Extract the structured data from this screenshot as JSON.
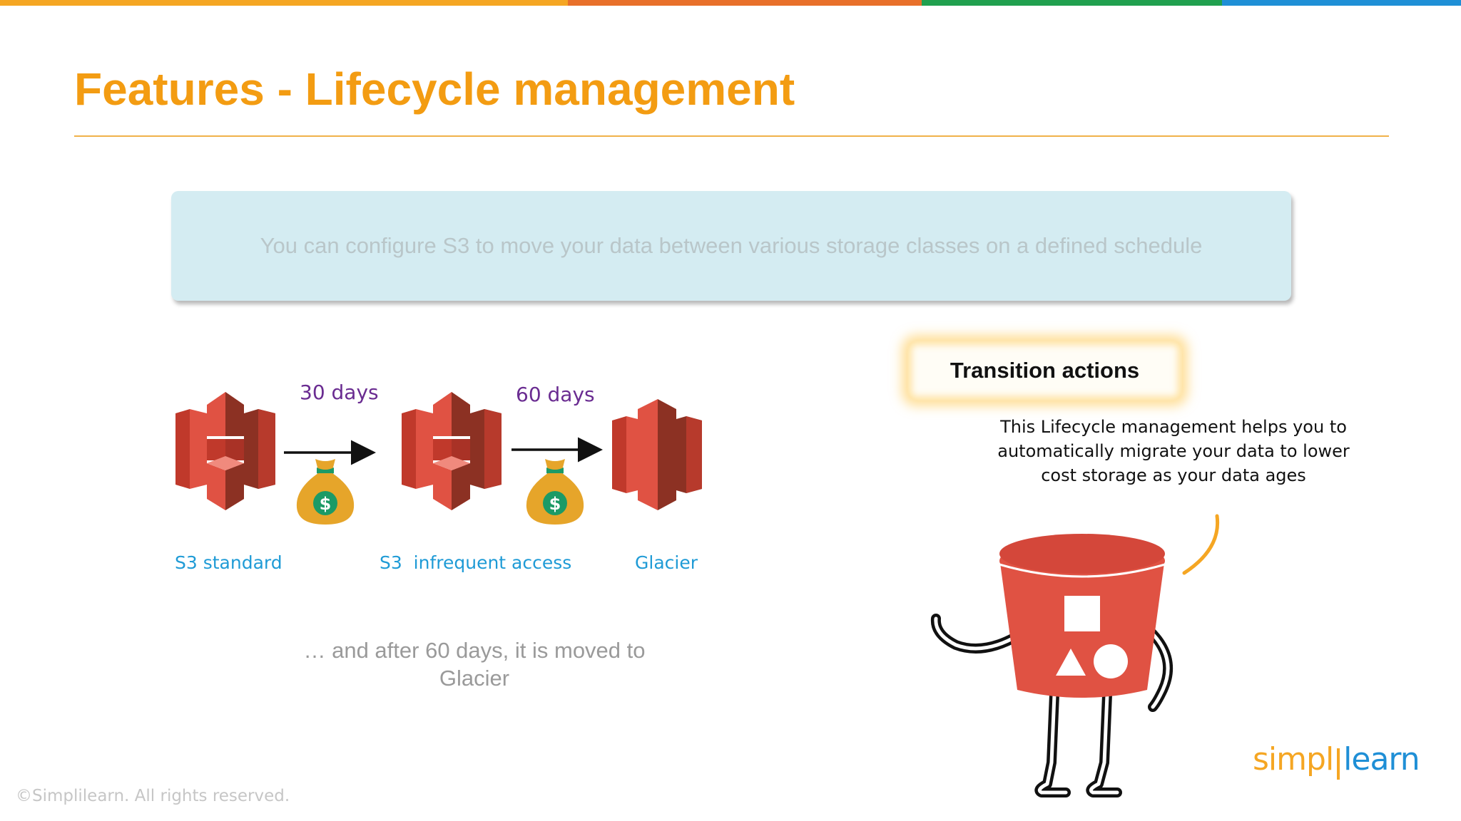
{
  "colors": {
    "brand_orange": "#f39c12",
    "bar_segment_1": "#f5a623",
    "bar_segment_2": "#e8702a",
    "bar_segment_3": "#21a04f",
    "bar_segment_4": "#1f8fd6",
    "title_rule": "#f0b24a",
    "callout_bg": "#d4ecf2",
    "s3_red": "#e05243",
    "s3_dark": "#8c3123",
    "days_purple": "#6a2c91",
    "label_blue": "#1f9bd6",
    "bucket_red": "#e05243",
    "bag_gold": "#e6a52a",
    "coin_green": "#1c9a66"
  },
  "slide": {
    "title": "Features - Lifecycle management",
    "callout_text": "You can configure S3 to move your data between various storage classes on a defined schedule"
  },
  "flow": {
    "steps": [
      {
        "label": "S3 standard",
        "icon": "s3-standard-icon"
      },
      {
        "label": "S3  infrequent access",
        "icon": "s3-infrequent-access-icon"
      },
      {
        "label": "Glacier",
        "icon": "glacier-icon"
      }
    ],
    "transitions": [
      {
        "label": "30 days",
        "icon": "money-bag-icon"
      },
      {
        "label": "60 days",
        "icon": "money-bag-icon"
      }
    ],
    "note": "… and after 60 days, it is moved to Glacier"
  },
  "transition_panel": {
    "heading": "Transition actions",
    "description": "This Lifecycle management helps you to automatically migrate your data to lower cost storage as your data ages",
    "character_icon": "bucket-character-icon"
  },
  "footer": {
    "copyright": "©Simplilearn. All rights reserved.",
    "logo_part1": "simpl",
    "logo_part2": "learn"
  }
}
